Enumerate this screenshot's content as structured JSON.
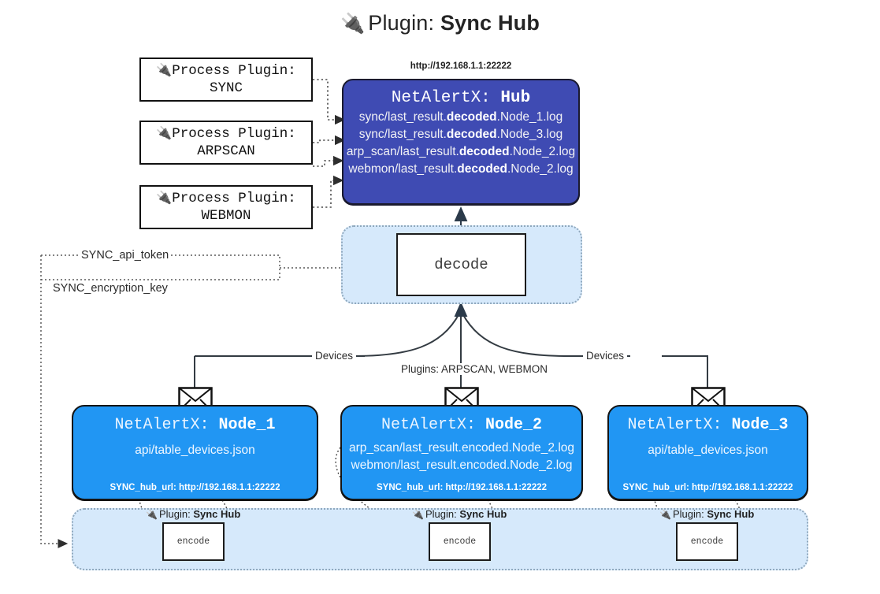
{
  "page": {
    "title_prefix": "Plugin:",
    "title_name": "Sync Hub",
    "plug_icon": "🔌"
  },
  "colors": {
    "hub_fill": "#3f4bb3",
    "node_fill": "#2196f3",
    "container_fill": "#d6e9fb",
    "container_border": "#8fa8bd",
    "stroke": "#1c1c1c"
  },
  "process_plugins": [
    {
      "line1": "Process Plugin:",
      "line2": "SYNC"
    },
    {
      "line1": "Process Plugin:",
      "line2": "ARPSCAN"
    },
    {
      "line1": "Process Plugin:",
      "line2": "WEBMON"
    }
  ],
  "hub": {
    "url": "http://192.168.1.1:22222",
    "title_prefix": "NetAlertX:",
    "title_name": "Hub",
    "rows": [
      {
        "pre": "sync/last_result.",
        "strong": "decoded",
        "post": ".Node_1.log"
      },
      {
        "pre": "sync/last_result.",
        "strong": "decoded",
        "post": ".Node_3.log"
      },
      {
        "pre": "arp_scan/last_result.",
        "strong": "decoded",
        "post": ".Node_2.log"
      },
      {
        "pre": "webmon/last_result.",
        "strong": "decoded",
        "post": ".Node_2.log"
      }
    ]
  },
  "decode": {
    "label": "decode"
  },
  "settings": {
    "api_token": "SYNC_api_token",
    "encryption_key": "SYNC_encryption_key"
  },
  "edge_labels": {
    "devices_left": "Devices",
    "devices_right": "Devices",
    "plugins_center": "Plugins: ARPSCAN, WEBMON"
  },
  "nodes": [
    {
      "title_prefix": "NetAlertX:",
      "title_name": "Node_1",
      "lines": [
        "api/table_devices.json"
      ],
      "hub_url_label": "SYNC_hub_url: http://192.168.1.1:22222"
    },
    {
      "title_prefix": "NetAlertX:",
      "title_name": "Node_2",
      "lines": [
        "arp_scan/last_result.encoded.Node_2.log",
        "webmon/last_result.encoded.Node_2.log"
      ],
      "hub_url_label": "SYNC_hub_url: http://192.168.1.1:22222"
    },
    {
      "title_prefix": "NetAlertX:",
      "title_name": "Node_3",
      "lines": [
        "api/table_devices.json"
      ],
      "hub_url_label": "SYNC_hub_url: http://192.168.1.1:22222"
    }
  ],
  "plugin_instances": [
    {
      "prefix": "Plugin:",
      "name": "Sync Hub",
      "box_label": "encode"
    },
    {
      "prefix": "Plugin:",
      "name": "Sync Hub",
      "box_label": "encode"
    },
    {
      "prefix": "Plugin:",
      "name": "Sync Hub",
      "box_label": "encode"
    }
  ]
}
